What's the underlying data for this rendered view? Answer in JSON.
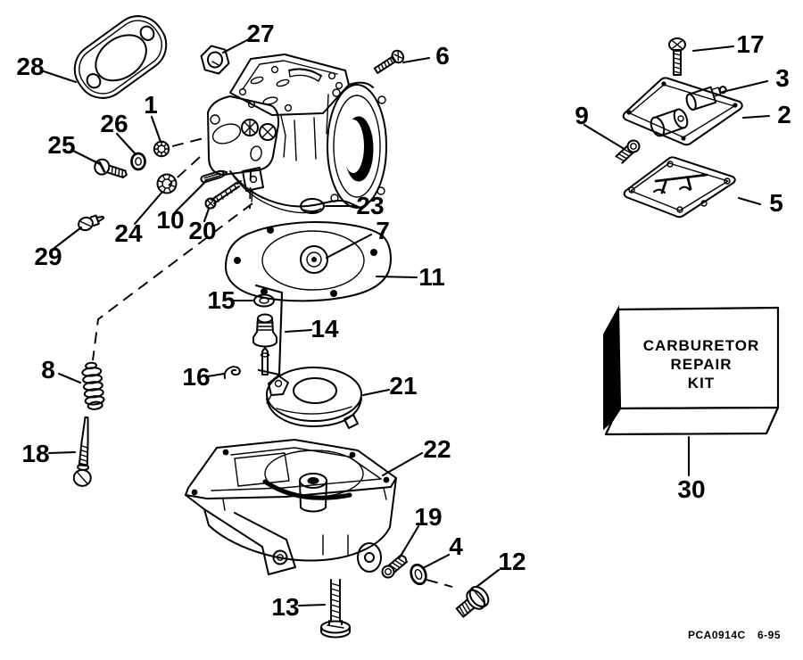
{
  "figure": {
    "code": "PCA0914C",
    "date": "6-95"
  },
  "kit_box": {
    "line1": "CARBURETOR",
    "line2": "REPAIR",
    "line3": "KIT"
  },
  "callouts": {
    "c1": "1",
    "c2": "2",
    "c3": "3",
    "c4": "4",
    "c5": "5",
    "c6": "6",
    "c7": "7",
    "c8": "8",
    "c9": "9",
    "c10": "10",
    "c11": "11",
    "c12": "12",
    "c13": "13",
    "c14": "14",
    "c15": "15",
    "c16": "16",
    "c17": "17",
    "c18": "18",
    "c19": "19",
    "c20": "20",
    "c21": "21",
    "c22": "22",
    "c23": "23",
    "c24": "24",
    "c25": "25",
    "c26": "26",
    "c27": "27",
    "c28": "28",
    "c29": "29",
    "c30": "30"
  }
}
